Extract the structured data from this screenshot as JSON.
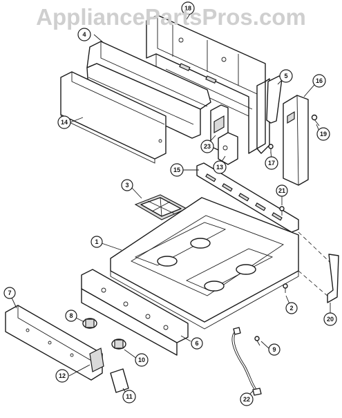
{
  "watermark": "AppliancePartsPros.com",
  "callouts": [
    {
      "id": "c1",
      "label": "1"
    },
    {
      "id": "c2",
      "label": "2"
    },
    {
      "id": "c3",
      "label": "3"
    },
    {
      "id": "c4",
      "label": "4"
    },
    {
      "id": "c5",
      "label": "5"
    },
    {
      "id": "c6",
      "label": "6"
    },
    {
      "id": "c7",
      "label": "7"
    },
    {
      "id": "c8",
      "label": "8"
    },
    {
      "id": "c9",
      "label": "9"
    },
    {
      "id": "c10",
      "label": "10"
    },
    {
      "id": "c11",
      "label": "11"
    },
    {
      "id": "c12",
      "label": "12"
    },
    {
      "id": "c13",
      "label": "13"
    },
    {
      "id": "c14",
      "label": "14"
    },
    {
      "id": "c15",
      "label": "15"
    },
    {
      "id": "c16",
      "label": "16"
    },
    {
      "id": "c17",
      "label": "17"
    },
    {
      "id": "c18",
      "label": "18"
    },
    {
      "id": "c19",
      "label": "19"
    },
    {
      "id": "c20",
      "label": "20"
    },
    {
      "id": "c21",
      "label": "21"
    },
    {
      "id": "c22",
      "label": "22"
    },
    {
      "id": "c23",
      "label": "23"
    }
  ]
}
